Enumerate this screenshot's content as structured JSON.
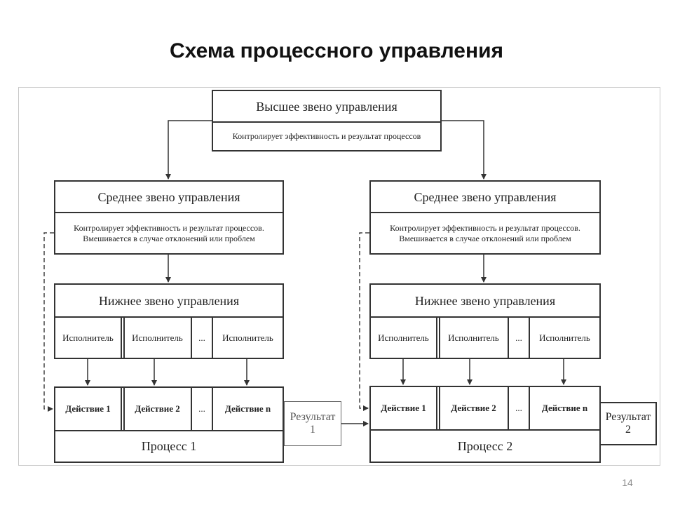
{
  "title": "Схема процессного управления",
  "page_number": "14",
  "top": {
    "title": "Высшее звено управления",
    "desc": "Контролирует эффективность и результат процессов"
  },
  "branches": [
    {
      "middle_title": "Среднее звено управления",
      "middle_desc": "Контролирует эффективность и результат процессов. Вмешивается в случае отклонений или проблем",
      "lower_title": "Нижнее звено управления",
      "executors": [
        "Исполнитель",
        "Исполнитель",
        "...",
        "Исполнитель"
      ],
      "actions": [
        "Действие 1",
        "Действие 2",
        "...",
        "Действие n"
      ],
      "process": "Процесс 1",
      "result": "Результат 1"
    },
    {
      "middle_title": "Среднее звено управления",
      "middle_desc": "Контролирует эффективность и результат процессов. Вмешивается в случае отклонений или проблем",
      "lower_title": "Нижнее звено управления",
      "executors": [
        "Исполнитель",
        "Исполнитель",
        "...",
        "Исполнитель"
      ],
      "actions": [
        "Действие 1",
        "Действие 2",
        "...",
        "Действие n"
      ],
      "process": "Процесс 2",
      "result": "Результат 2"
    }
  ]
}
